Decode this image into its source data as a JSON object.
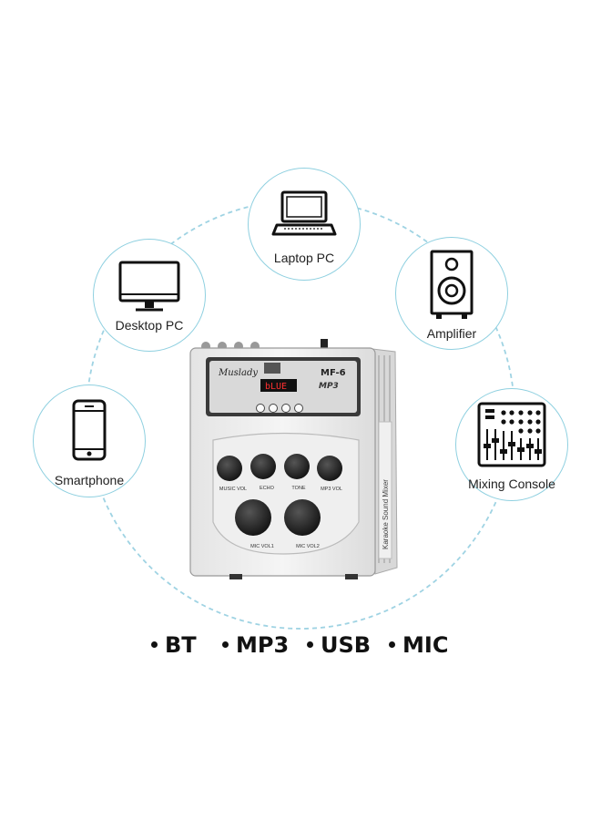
{
  "nodes": {
    "laptop": {
      "label": "Laptop PC",
      "icon": "laptop-icon"
    },
    "desktop": {
      "label": "Desktop PC",
      "icon": "monitor-icon"
    },
    "amplifier": {
      "label": "Amplifier",
      "icon": "speaker-icon"
    },
    "smartphone": {
      "label": "Smartphone",
      "icon": "smartphone-icon"
    },
    "mixer": {
      "label": "Mixing Console",
      "icon": "mixing-console-icon"
    }
  },
  "mixer_unit": {
    "brand": "Muslady",
    "model": "MF-6",
    "display": "bLUE",
    "mp3_badge": "MP3",
    "side_text": "Karaoke Sound Mixer",
    "knob_labels": [
      "MUSIC VOL",
      "ECHO",
      "TONE",
      "MP3 VOL"
    ],
    "mic_labels": [
      "MIC VOL1",
      "MIC VOL2"
    ]
  },
  "features": [
    "BT",
    "MP3",
    "USB",
    "MIC"
  ],
  "colors": {
    "circle_border": "#8fd0e0",
    "dashed_arc": "#9fd3e3",
    "text": "#111111"
  }
}
